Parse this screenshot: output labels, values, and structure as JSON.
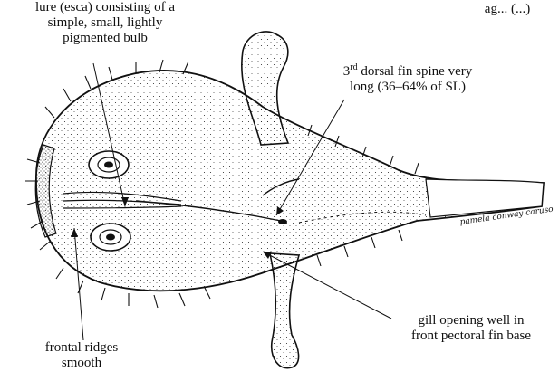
{
  "header_fragment": "ag... (...)",
  "labels": {
    "lure": [
      "lure (esca) consisting of a",
      "simple, small, lightly",
      "pigmented bulb"
    ],
    "dorsal_spine": {
      "line1_prefix": "3",
      "line1_sup": "rd",
      "line1_rest": " dorsal fin spine very",
      "line2": "long (36–64% of SL)"
    },
    "gill": [
      "gill opening well in",
      "front pectoral fin base"
    ],
    "ridges": [
      "frontal ridges",
      "smooth"
    ]
  },
  "signature": "pamela conway caruso",
  "colors": {
    "ink": "#111111",
    "paper": "#ffffff"
  }
}
